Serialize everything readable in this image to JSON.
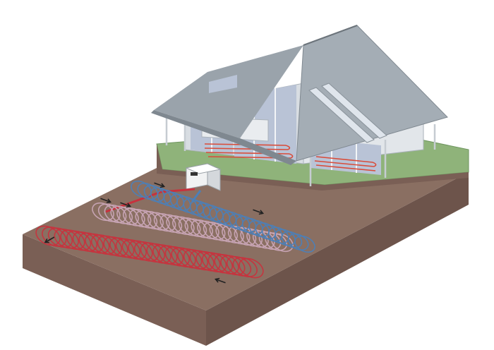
{
  "colors": {
    "background": "#ffffff",
    "soil_top": "#8a6f62",
    "soil_front": "#7a5f55",
    "soil_side": "#6d544b",
    "soil_edge": "#5a4339",
    "grass": "#8fb37a",
    "grass_edge": "#6f9660",
    "roof": "#9aa3ab",
    "roof_dark": "#7f8890",
    "roof_edge": "#6c747b",
    "wall": "#d8dde2",
    "glass": "#b9c3d6",
    "frame": "#e9ecef",
    "floor_heat": "#d94c3a",
    "coil_red": "#c8313d",
    "coil_pink": "#c9a5b6",
    "coil_blue": "#4b7fb8",
    "heat_pump": "#f1f2f3",
    "arrow": "#222222"
  },
  "diagram": {
    "coil_loops": [
      {
        "name": "coil-loop-red",
        "color_key": "coil_red",
        "turns": 34
      },
      {
        "name": "coil-loop-pink",
        "color_key": "coil_pink",
        "turns": 30
      },
      {
        "name": "coil-loop-blue",
        "color_key": "coil_blue",
        "turns": 26
      }
    ],
    "flow_arrows": 6
  }
}
